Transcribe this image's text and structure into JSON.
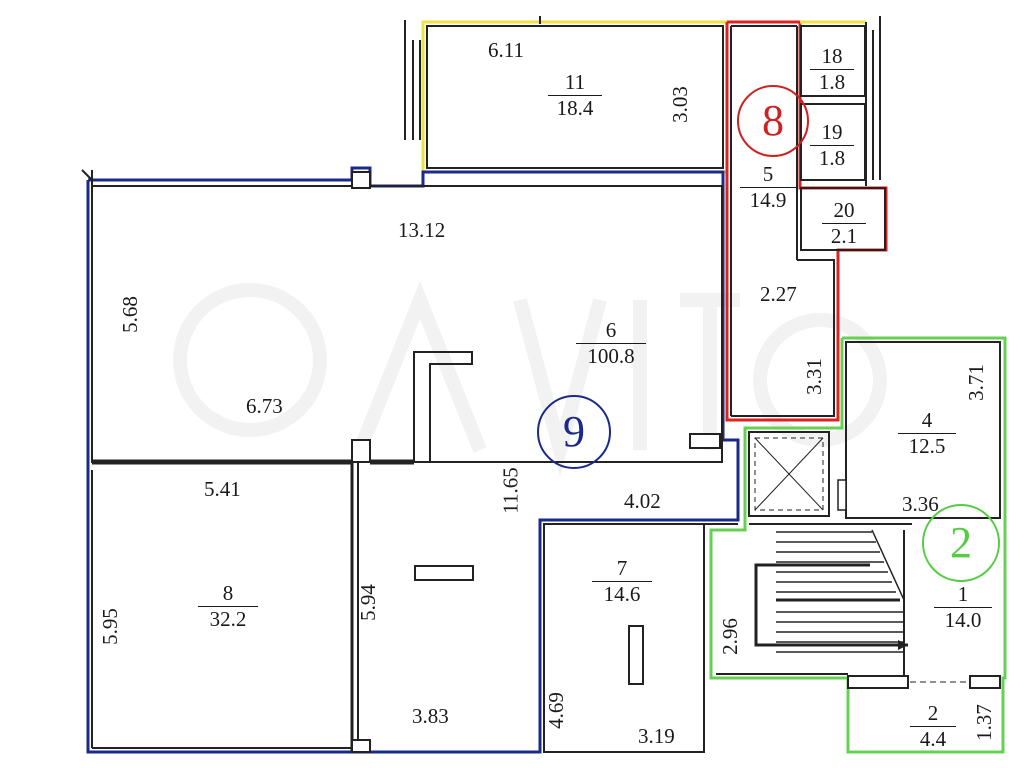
{
  "rooms": [
    {
      "id": "11",
      "area": "18.4"
    },
    {
      "id": "18",
      "area": "1.8"
    },
    {
      "id": "19",
      "area": "1.8"
    },
    {
      "id": "5",
      "area": "14.9"
    },
    {
      "id": "20",
      "area": "2.1"
    },
    {
      "id": "6",
      "area": "100.8"
    },
    {
      "id": "4",
      "area": "12.5"
    },
    {
      "id": "7",
      "area": "14.6"
    },
    {
      "id": "8",
      "area": "32.2"
    },
    {
      "id": "1",
      "area": "14.0"
    },
    {
      "id": "2",
      "area": "4.4"
    }
  ],
  "dimensions": [
    "6.11",
    "3.03",
    "13.12",
    "5.68",
    "6.73",
    "2.27",
    "3.31",
    "3.71",
    "11.65",
    "3.36",
    "5.41",
    "4.02",
    "5.94",
    "5.95",
    "2.96",
    "4.69",
    "3.83",
    "3.19",
    "1.37"
  ],
  "zones": [
    {
      "number": "8",
      "color": "#cc2222"
    },
    {
      "number": "9",
      "color": "#1a2a8a"
    },
    {
      "number": "2",
      "color": "#55cc44"
    }
  ],
  "colors": {
    "zone_8_outline": "#dd2222",
    "zone_9_outline": "#1a2a8a",
    "zone_2_outline": "#66d055",
    "room_11_outline": "#f0e040",
    "walls": "#222222"
  }
}
